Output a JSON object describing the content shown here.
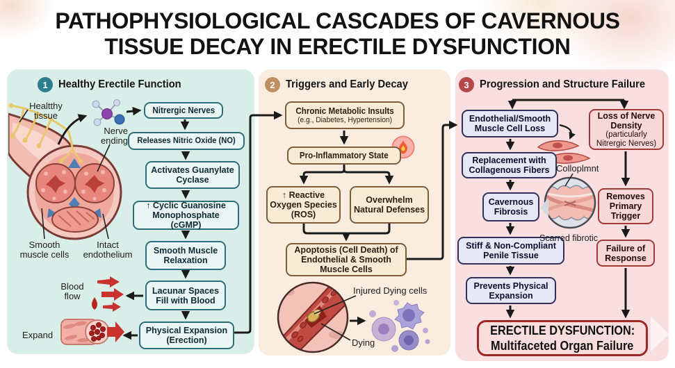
{
  "title": {
    "line1": "PATHOPHYSIOLOGICAL CASCADES OF CAVERNOUS",
    "line2": "TISSUE DECAY IN ERECTILE DYSFUNCTION"
  },
  "colors": {
    "panel1_bg": "#daeee9",
    "panel1_box_border": "#2e6e78",
    "panel1_badge": "#2e7f8e",
    "panel2_bg": "#faeddf",
    "panel2_box_border": "#7d5c3e",
    "panel2_badge": "#bf8f5f",
    "panel3_bg": "#fadfe0",
    "panel3_left_border": "#31315e",
    "panel3_right_border": "#a13a38",
    "panel3_badge": "#b5484c",
    "ed_border": "#9e2823",
    "arrow": "#1a1a1a",
    "accent_red": "#c8332e"
  },
  "panel1": {
    "badge": "1",
    "header": "Healthy Erectile Function",
    "flow": {
      "nitrergic": "Nitrergic Nerves",
      "releases": "Releases Nitric Oxide (NO)",
      "activates": "Activates Guanylate Cyclase",
      "cgmp": "↑ Cyclic Guanosine Monophosphate (cGMP)",
      "relaxation": "Smooth Muscle Relaxation",
      "lacunar": "Lacunar Spaces Fill with Blood",
      "expansion": "Physical Expansion (Erection)"
    },
    "labels": {
      "healthy_tissue": "Healtthy tissue",
      "nerve_ending": "Nerve ending",
      "smooth_muscle": "Smooth muscle cells",
      "endothelium": "Intact endothelium",
      "blood_flow": "Blood flow",
      "expand": "Expand"
    }
  },
  "panel2": {
    "badge": "2",
    "header": "Triggers and Early Decay",
    "flow": {
      "chronic_title": "Chronic Metabolic Insults",
      "chronic_sub": "(e.g., Diabetes, Hypertension)",
      "inflammatory": "Pro-Inflammatory State",
      "ros": "↑ Reactive Oxygen Species (ROS)",
      "overwhelm": "Overwhelm Natural Defenses",
      "apoptosis": "Apoptosis (Cell Death) of Endothelial & Smooth Muscle Cells"
    },
    "labels": {
      "injured": "Injured Dying cells",
      "dying": "Dying"
    }
  },
  "panel3": {
    "badge": "3",
    "header": "Progression and Structure Failure",
    "left_flow": {
      "cell_loss": "Endothelial/Smooth Muscle Cell Loss",
      "replacement": "Replacement with Collagenous Fibers",
      "fibrosis": "Cavernous Fibrosis",
      "stiff": "Stiff & Non-Compliant Penile Tissue",
      "prevents": "Prevents Physical Expansion"
    },
    "right_flow": {
      "nerve_loss_title": "Loss of Nerve Density",
      "nerve_loss_sub": "(particularly Nitrergic Nerves)",
      "removes": "Removes Primary Trigger",
      "failure": "Failure of Response"
    },
    "labels": {
      "collagen": "Colloplmnt",
      "scarred": "Scarred fibrotic"
    },
    "final": {
      "line1": "ERECTILE DYSFUNCTION:",
      "line2": "Multifaceted Organ Failure"
    }
  }
}
